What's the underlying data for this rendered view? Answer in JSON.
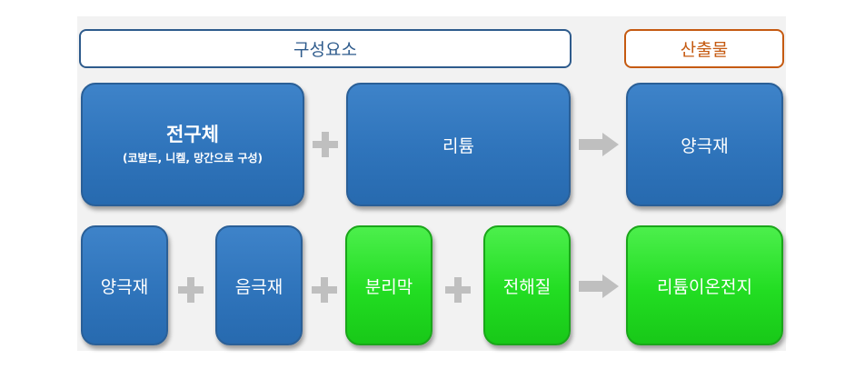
{
  "headers": {
    "components": "구성요소",
    "output": "산출물"
  },
  "row1": {
    "precursor": {
      "title": "전구체",
      "subtitle": "(코발트, 니켈, 망간으로 구성)"
    },
    "lithium": "리튬",
    "cathode": "양극재"
  },
  "row2": {
    "cathode": "양극재",
    "anode": "음극재",
    "separator": "분리막",
    "electrolyte": "전해질",
    "battery": "리튬이온전지"
  },
  "colors": {
    "blue_box": "#2f74bb",
    "green_box": "#22dd22",
    "components_border": "#2e5b8c",
    "output_border": "#c55a11",
    "operator": "#bfbfbf"
  }
}
